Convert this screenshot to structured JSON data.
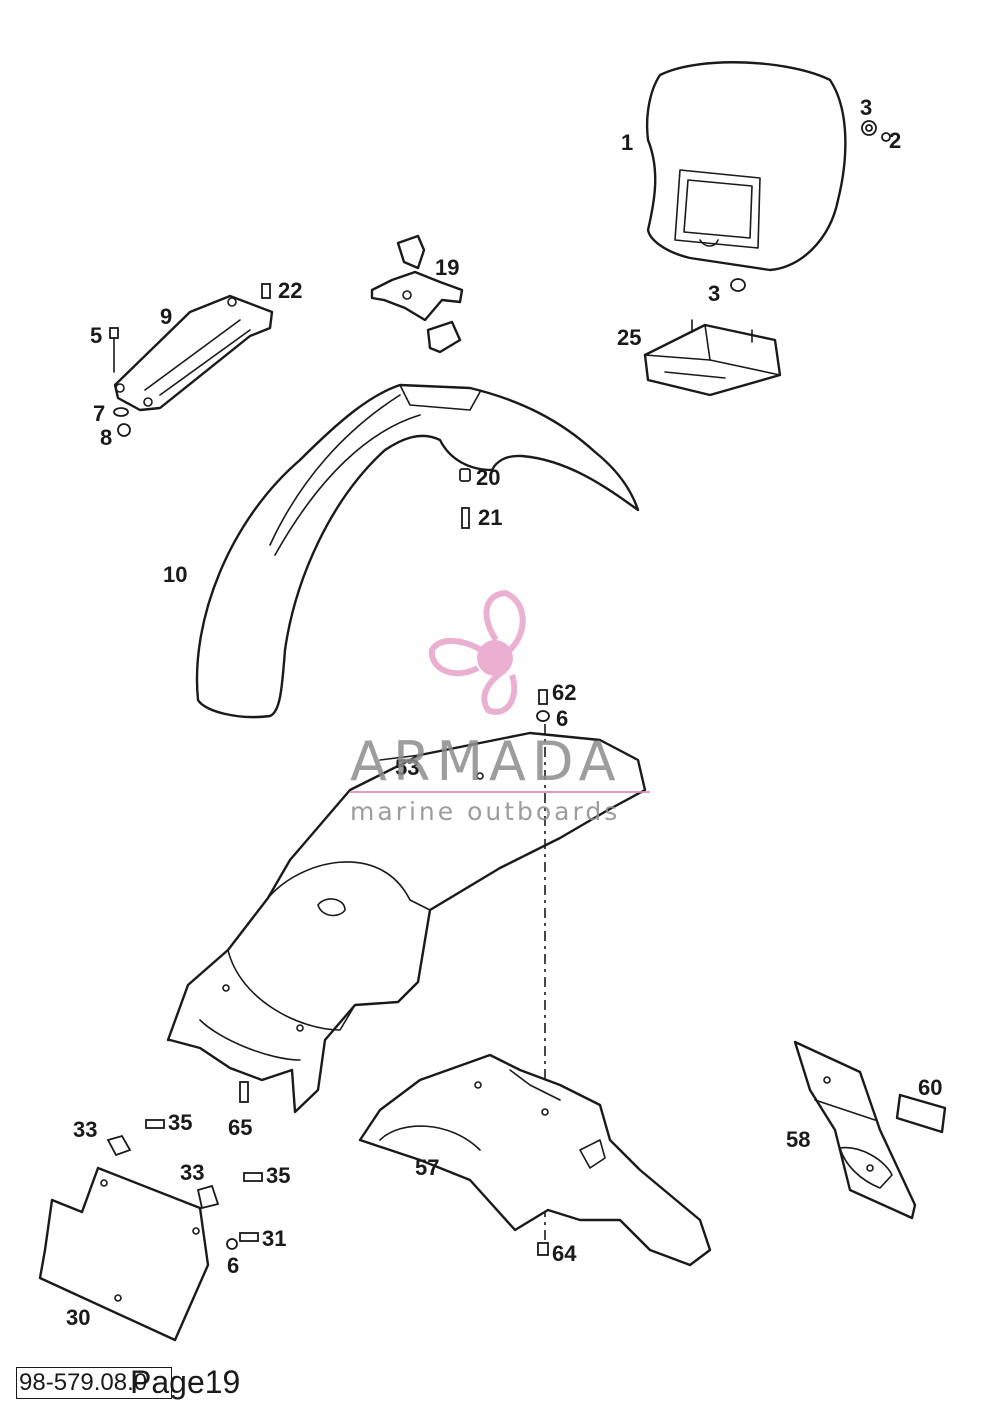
{
  "callouts": {
    "c1": "1",
    "c2": "2",
    "c3a": "3",
    "c3b": "3",
    "c5": "5",
    "c6a": "6",
    "c6b": "6",
    "c7": "7",
    "c8": "8",
    "c9": "9",
    "c10": "10",
    "c19": "19",
    "c20": "20",
    "c21": "21",
    "c22": "22",
    "c25": "25",
    "c30": "30",
    "c31": "31",
    "c33a": "33",
    "c33b": "33",
    "c35a": "35",
    "c35b": "35",
    "c53": "53",
    "c57": "57",
    "c58": "58",
    "c60": "60",
    "c62": "62",
    "c64": "64",
    "c65": "65"
  },
  "watermark": {
    "brand": "ARMADA",
    "tagline": "marine outboards",
    "logo_color": "#e8a3c9",
    "text_color": "#8c8c8c",
    "rule_color": "#d98cb8"
  },
  "footer": {
    "code": "98-579.08.0",
    "page": "Page19"
  }
}
